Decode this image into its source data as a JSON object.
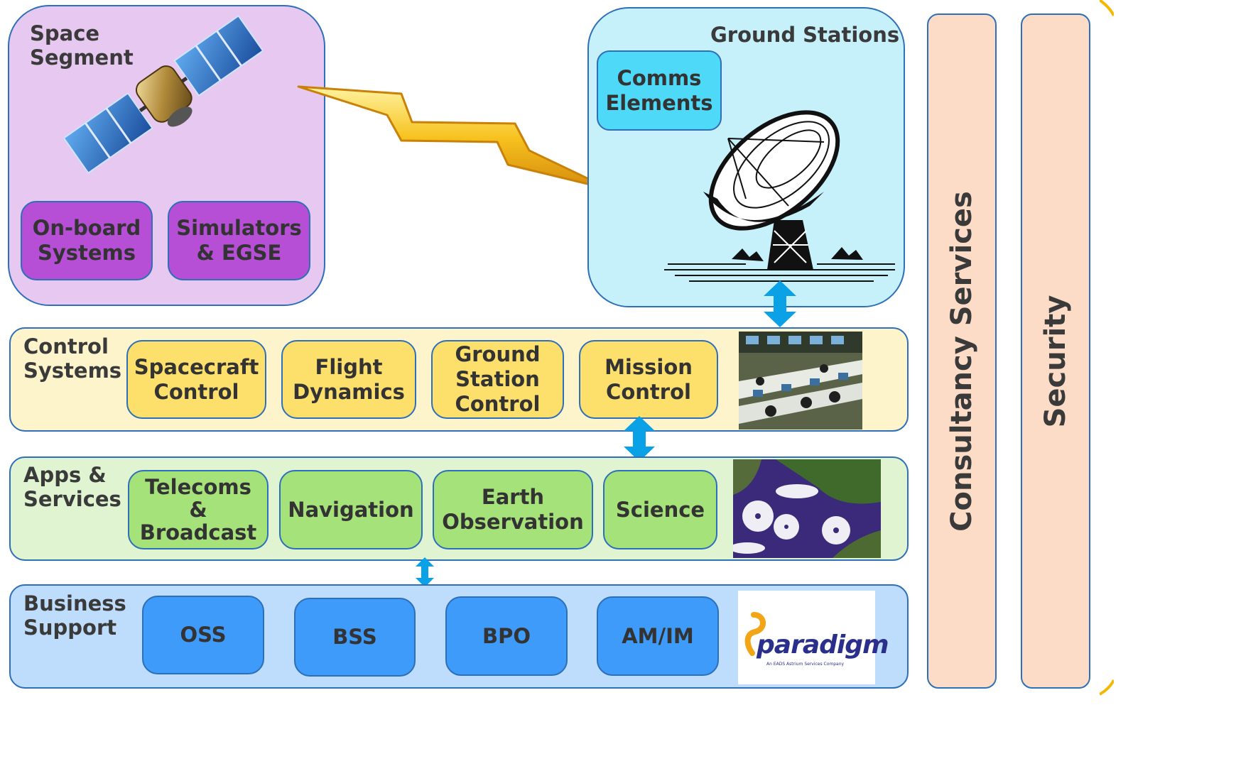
{
  "space_segment": {
    "title": "Space\nSegment",
    "boxes": [
      "On-board\nSystems",
      "Simulators\n& EGSE"
    ],
    "image": "satellite-icon",
    "color": "#e7c8f0",
    "box_color": "#b64fd6"
  },
  "ground_stations": {
    "title": "Ground Stations",
    "boxes": [
      "Comms\nElements"
    ],
    "image": "satellite-dish-icon",
    "color": "#c6f1fb",
    "box_color": "#4dd9f7"
  },
  "link": {
    "icon": "lightning-bolt-icon"
  },
  "control_systems": {
    "title": "Control\nSystems",
    "boxes": [
      "Spacecraft\nControl",
      "Flight\nDynamics",
      "Ground\nStation\nControl",
      "Mission\nControl"
    ],
    "image": "control-room-photo",
    "color": "#fdf4cc",
    "box_color": "#fde06b"
  },
  "apps_services": {
    "title": "Apps &\nServices",
    "boxes": [
      "Telecoms\n&\nBroadcast",
      "Navigation",
      "Earth\nObservation",
      "Science"
    ],
    "image": "hurricane-satellite-photo",
    "color": "#e1f4d2",
    "box_color": "#a6e27a"
  },
  "business_support": {
    "title": "Business\nSupport",
    "boxes": [
      "OSS",
      "BSS",
      "BPO",
      "AM/IM"
    ],
    "logo": {
      "name": "paradigm",
      "tagline": "An EADS Astrium Services Company"
    },
    "color": "#bedcfb",
    "box_color": "#3e9bf9"
  },
  "side_columns": [
    "Consultancy Services",
    "Security"
  ],
  "side_color": "#fcdcc6",
  "arrow_color": "#0aa1e6"
}
